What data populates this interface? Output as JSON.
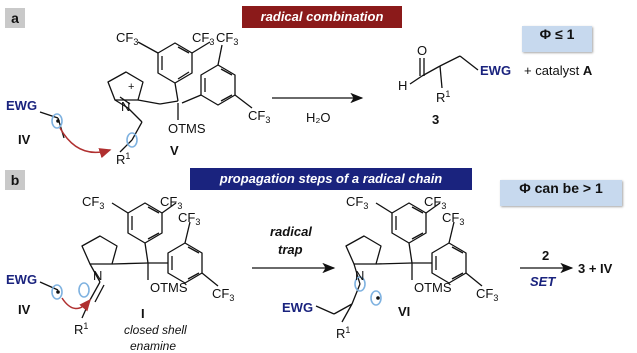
{
  "panel_a": {
    "tag": "a",
    "banner": "radical combination",
    "banner_color": "#8b1a1a",
    "quantum_yield": "Φ ≤ 1",
    "radical_label": "IV",
    "iminium_label": "V",
    "reagent": "H₂O",
    "product_label": "3",
    "byproduct_prefix": "+ catalyst ",
    "byproduct_bold": "A"
  },
  "panel_b": {
    "tag": "b",
    "banner": "propagation steps of a radical chain",
    "banner_color": "#1a237e",
    "quantum_yield": "Φ can be > 1",
    "radical_label": "IV",
    "enamine_label": "I",
    "enamine_note_1": "closed shell",
    "enamine_note_2": "enamine",
    "arrow1_line1": "radical",
    "arrow1_line2": "trap",
    "intermediate_label": "VI",
    "arrow2_top": "2",
    "arrow2_bottom": "SET",
    "result": "3 + IV"
  },
  "groups": {
    "ewg": "EWG",
    "cf3": "CF",
    "cf3_sub": "3",
    "otms": "OTMS",
    "r": "R",
    "r_sup": "1",
    "h": "H",
    "o": "O",
    "n": "N",
    "plus": "+"
  },
  "colors": {
    "ewg": "#1a237e",
    "set": "#1a237e",
    "curly_arrow": "#b03030",
    "spin": "#7fb2e0"
  }
}
